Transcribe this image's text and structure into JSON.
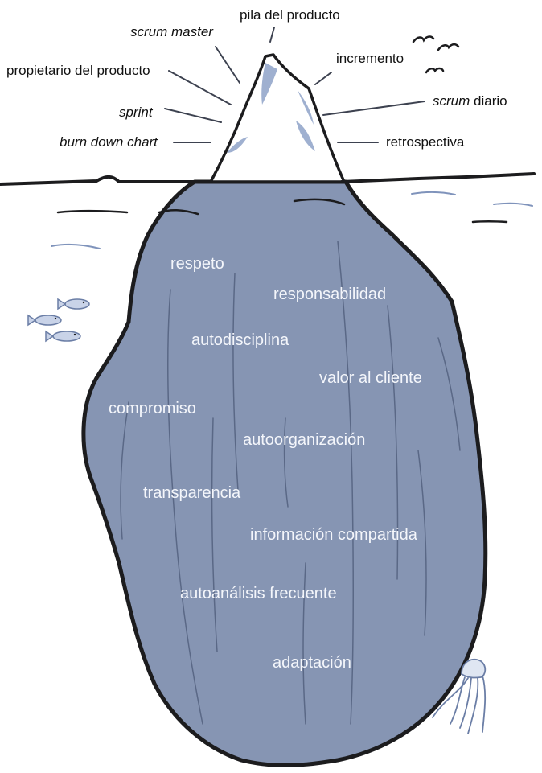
{
  "colors": {
    "underwater_fill": "#8695b3",
    "outline": "#1c1c1e",
    "ice_shade": "#9fb0d0",
    "sea_mark": "#7f93bb",
    "label_text": "#111111",
    "deep_text": "#f4f6fb"
  },
  "icons": {
    "birds": "seagull-icon",
    "fish": "fish-icon",
    "jellyfish": "jellyfish-icon"
  },
  "surface_labels": {
    "product_backlog": "pila del producto",
    "scrum_master_italic": "scrum master",
    "increment": "incremento",
    "product_owner": "propietario del producto",
    "sprint_italic": "sprint",
    "daily_scrum_italic": "scrum",
    "daily_scrum_rest": " diario",
    "burn_down_chart_italic": "burn down chart",
    "retrospective": "retrospectiva"
  },
  "underwater_values": [
    "respeto",
    "responsabilidad",
    "autodisciplina",
    "valor al cliente",
    "compromiso",
    "autoorganización",
    "transparencia",
    "información compartida",
    "autoanálisis frecuente",
    "adaptación"
  ]
}
